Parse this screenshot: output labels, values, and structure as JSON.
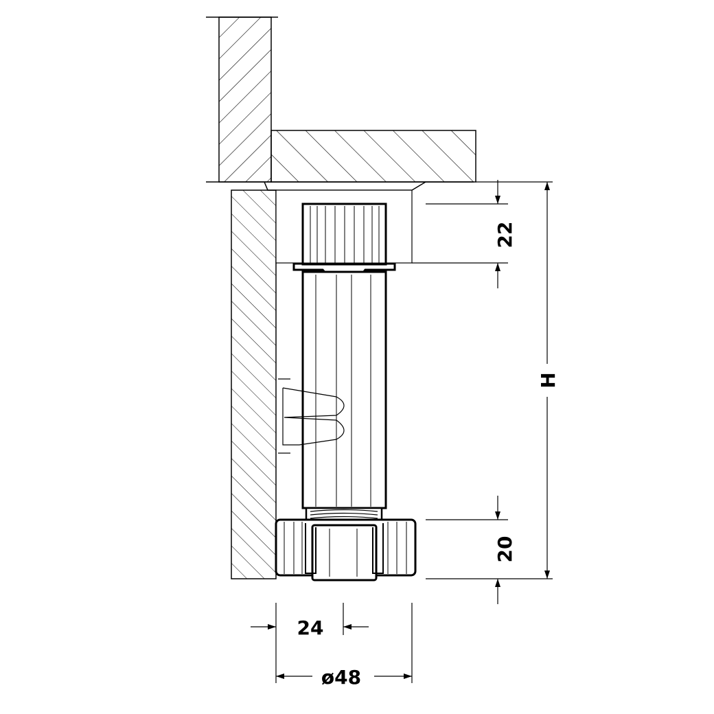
{
  "drawing": {
    "dimensions": {
      "top_height": "22",
      "total_height": "H",
      "foot_height": "20",
      "offset_width": "24",
      "diameter": "ø48"
    }
  }
}
